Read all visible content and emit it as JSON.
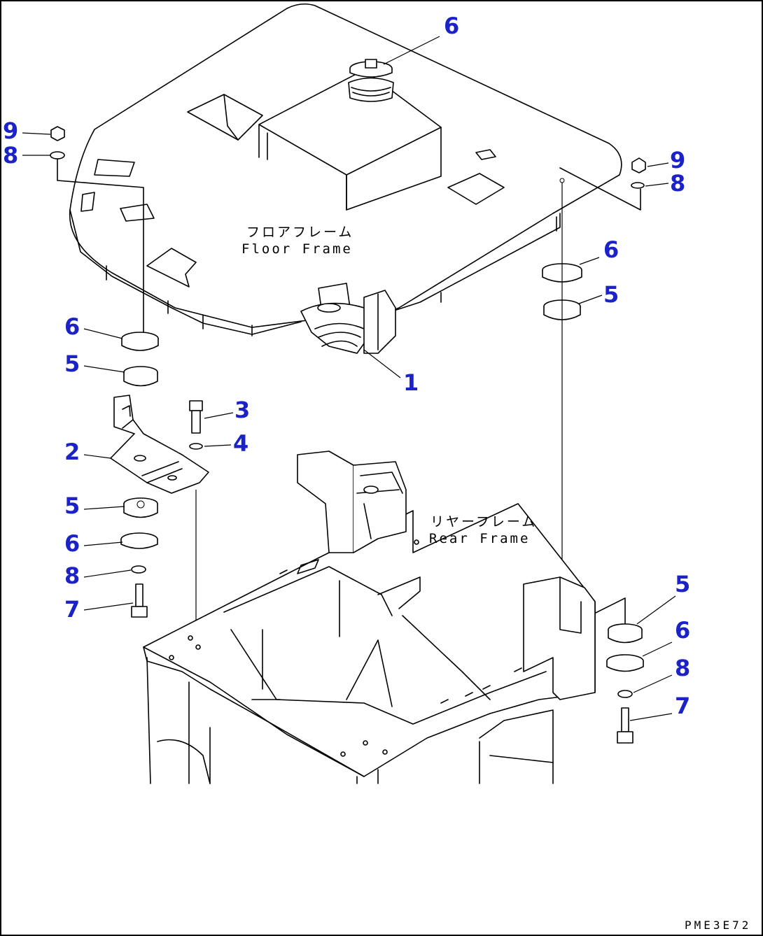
{
  "labels": {
    "floor_frame_jp": "フロアフレーム",
    "floor_frame_en": "Floor Frame",
    "rear_frame_jp": "リヤーフレーム",
    "rear_frame_en": "Rear Frame"
  },
  "drawing_code": "PME3E72",
  "callouts": {
    "c1": "1",
    "c2": "2",
    "c3": "3",
    "c4": "4",
    "c5a": "5",
    "c5b": "5",
    "c5c": "5",
    "c5d": "5",
    "c6a": "6",
    "c6b": "6",
    "c6c": "6",
    "c6d": "6",
    "c6e": "6",
    "c7a": "7",
    "c7b": "7",
    "c8a": "8",
    "c8b": "8",
    "c8c": "8",
    "c8d": "8",
    "c9a": "9",
    "c9b": "9"
  },
  "colors": {
    "callout": "#1a22c8",
    "line": "#000000",
    "background": "#ffffff"
  }
}
